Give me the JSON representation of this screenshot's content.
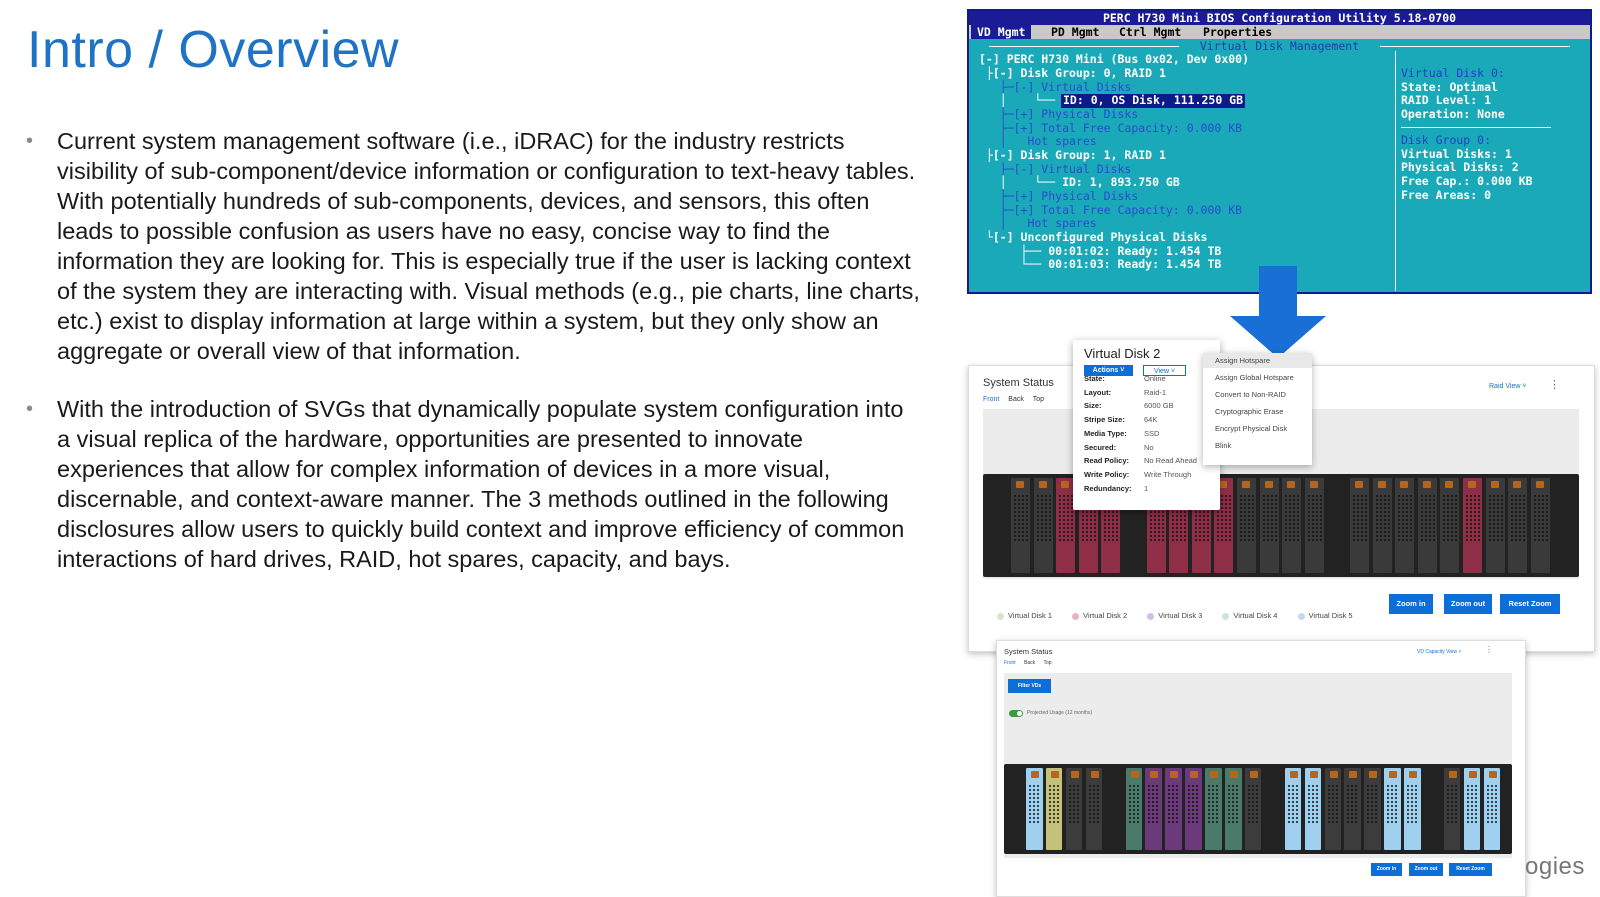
{
  "slide": {
    "title": "Intro / Overview",
    "bullets": [
      "Current system management software (i.e., iDRAC) for the industry restricts visibility of sub-component/device information or configuration to text-heavy tables. With potentially hundreds of sub-components, devices, and sensors, this often leads to possible confusion as users have no easy, concise way to find the information they are looking for. This is especially true if the user is lacking context of the system they are interacting with. Visual methods (e.g., pie charts, line charts, etc.) exist to display information at large within a system, but they only show an aggregate or overall view of that information.",
      "With the introduction of SVGs that dynamically populate system configuration into a visual replica of the hardware, opportunities are presented to innovate experiences that allow for complex information of devices in a more visual, discernable, and context-aware manner. The 3 methods outlined in the following disclosures allow users to quickly build context and improve efficiency of common interactions of hard drives, RAID, hot spares, capacity, and bays."
    ],
    "bullet_glyph": "•",
    "logo_fragment": "ogies"
  },
  "bios": {
    "header": "PERC H730 Mini BIOS Configuration Utility 5.18-0700",
    "menu": [
      "VD Mgmt",
      "PD Mgmt",
      "Ctrl Mgmt",
      "Properties"
    ],
    "subheader": "Virtual Disk Management",
    "tree": [
      "[-] PERC H730 Mini (Bus 0x02, Dev 0x00)",
      " ├[-] Disk Group: 0, RAID 1",
      "   ├─[-] Virtual Disks",
      "   │    └── ",
      "   ├─[+] Physical Disks",
      "   ├─[+] Total Free Capacity: 0.000 KB",
      "   │   Hot spares",
      " ├[-] Disk Group: 1, RAID 1",
      "   ├─[-] Virtual Disks",
      "   │    └── ID: 1, 893.750 GB",
      "   ├─[+] Physical Disks",
      "   ├─[+] Total Free Capacity: 0.000 KB",
      "   │   Hot spares",
      " └[-] Unconfigured Physical Disks",
      "      ├── 00:01:02: Ready: 1.454 TB",
      "      └── 00:01:03: Ready: 1.454 TB"
    ],
    "selected_item": "ID: 0, OS Disk, 111.250 GB",
    "right": {
      "vd_title": "Virtual Disk 0:",
      "vd_lines": [
        "State: Optimal",
        "RAID Level: 1",
        "Operation: None"
      ],
      "dg_title": "Disk Group 0:",
      "dg_lines": [
        "Virtual Disks: 1",
        "Physical Disks: 2",
        "Free Cap.: 0.000 KB",
        "Free Areas: 0"
      ]
    }
  },
  "panel1": {
    "title": "System Status",
    "tabs": [
      "Front",
      "Back",
      "Top"
    ],
    "view_select": "Raid View ˅",
    "kebab": "⋮",
    "legend": [
      {
        "label": "Virtual Disk 1",
        "color": "#d9e6c6"
      },
      {
        "label": "Virtual Disk 2",
        "color": "#e8b4c0"
      },
      {
        "label": "Virtual Disk 3",
        "color": "#d3bfe0"
      },
      {
        "label": "Virtual Disk 4",
        "color": "#c8e6dc"
      },
      {
        "label": "Virtual Disk 5",
        "color": "#c2d8ee"
      }
    ],
    "buttons": [
      "Zoom in",
      "Zoom out",
      "Reset Zoom"
    ]
  },
  "popup": {
    "title": "Virtual Disk 2",
    "actions_label": "Actions ˅",
    "view_label": "View ˅",
    "rows": [
      {
        "k": "State:",
        "v": "Online"
      },
      {
        "k": "Layout:",
        "v": "Raid-1"
      },
      {
        "k": "Size:",
        "v": "6000 GB"
      },
      {
        "k": "Stripe Size:",
        "v": "64K"
      },
      {
        "k": "Media Type:",
        "v": "SSD"
      },
      {
        "k": "Secured:",
        "v": "No"
      },
      {
        "k": "Read Policy:",
        "v": "No Read Ahead"
      },
      {
        "k": "Write Policy:",
        "v": "Write Through"
      },
      {
        "k": "Redundancy:",
        "v": "1"
      }
    ],
    "menu": [
      "Assign Hotspare",
      "Assign Global Hotspare",
      "Convert to Non-RAID",
      "Cryptographic Erase",
      "Encrypt Physical Disk",
      "Blink"
    ]
  },
  "panel2": {
    "title": "System Status",
    "tabs": [
      "Front",
      "Back",
      "Top"
    ],
    "view_select": "VD Capacity View ˅",
    "kebab": "⋮",
    "filter_button": "Filter VDs",
    "toggle_label": "Projected Usage (12 months)",
    "buttons": [
      "Zoom in",
      "Zoom out",
      "Reset Zoom"
    ]
  },
  "colors": {
    "title_blue": "#1f73c4",
    "bios_bg": "#1aa9b8",
    "bios_header": "#1b1c95",
    "arrow_blue": "#1a6fd6",
    "button_blue": "#0d6ed8",
    "vd2_pink": "#8e2e47"
  },
  "icons": {
    "arrow": "down-arrow-icon"
  }
}
